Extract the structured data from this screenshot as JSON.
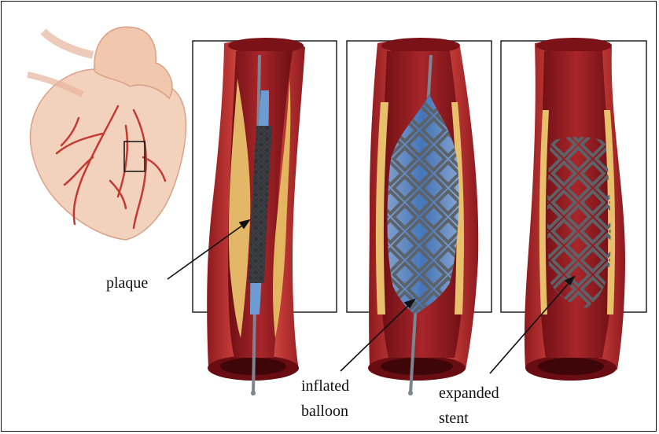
{
  "labels": {
    "plaque": "plaque",
    "inflated_balloon_line1": "inflated",
    "inflated_balloon_line2": "balloon",
    "expanded_stent_line1": "expanded",
    "expanded_stent_line2": "stent"
  },
  "colors": {
    "vessel_wall": "#b5242a",
    "vessel_lumen": "#7a1217",
    "plaque": "#e9c46a",
    "balloon": "#5b8fc9",
    "stent": "#555a60",
    "heart": "#f2cdb5"
  }
}
